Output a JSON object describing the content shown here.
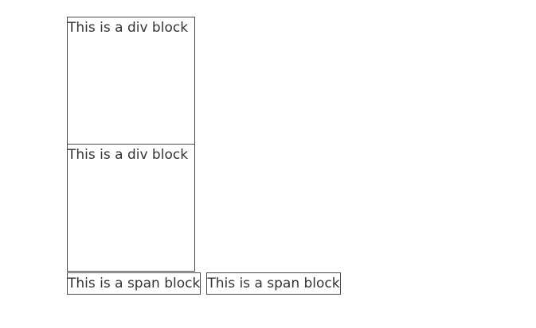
{
  "page": {
    "background_color": "#ffffff",
    "text_color": "#333333",
    "border_color": "#4a4a4a"
  },
  "blocks": {
    "divs": [
      {
        "label": "This is a div block"
      },
      {
        "label": "This is a div block"
      }
    ],
    "spans": [
      {
        "label": "This is a span block"
      },
      {
        "label": "This is a span block"
      }
    ]
  }
}
